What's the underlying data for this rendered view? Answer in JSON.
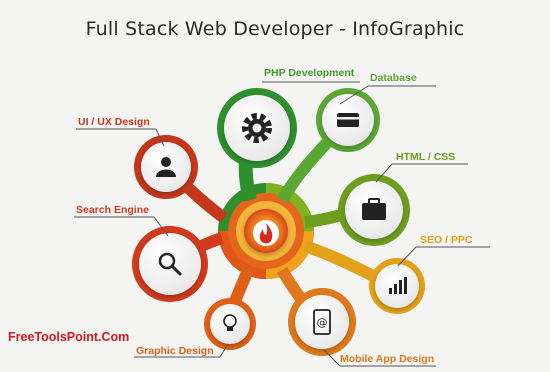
{
  "title": "Full Stack Web Developer - InfoGraphic",
  "brand": "FreeToolsPoint.Com",
  "nodes": [
    {
      "key": "php",
      "label": "PHP Development",
      "icon": "gear-icon",
      "color": "#3c9d2f"
    },
    {
      "key": "db",
      "label": "Database",
      "icon": "database-icon",
      "color": "#5aa833"
    },
    {
      "key": "ui",
      "label": "UI / UX Design",
      "icon": "user-icon",
      "color": "#c4371b"
    },
    {
      "key": "html",
      "label": "HTML / CSS",
      "icon": "briefcase-icon",
      "color": "#6d9f1e"
    },
    {
      "key": "search",
      "label": "Search Engine",
      "icon": "magnifier-icon",
      "color": "#d13a1c"
    },
    {
      "key": "seo",
      "label": "SEO / PPC",
      "icon": "bar-chart-icon",
      "color": "#e3a11a"
    },
    {
      "key": "graphic",
      "label": "Graphic Design",
      "icon": "lightbulb-icon",
      "color": "#e06016"
    },
    {
      "key": "mobile",
      "label": "Mobile App Design",
      "icon": "mobile-icon",
      "color": "#e0791a"
    }
  ],
  "center_icon": "flame-icon"
}
